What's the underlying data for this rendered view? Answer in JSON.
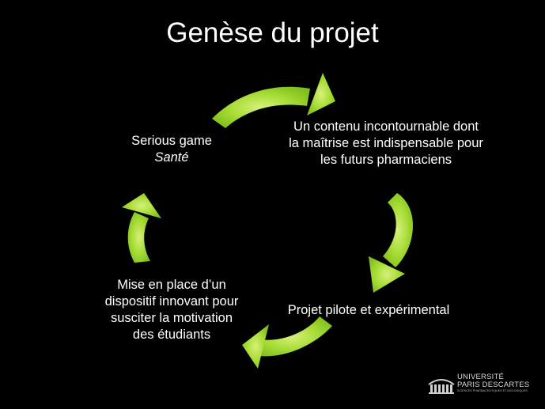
{
  "slide": {
    "title": "Genèse du projet",
    "background": "#000000",
    "arrow_color": "#92d050"
  },
  "cycle": {
    "nodes": [
      {
        "id": "serious-game",
        "lines": [
          "Serious game"
        ],
        "italic_line": "Santé"
      },
      {
        "id": "contenu",
        "lines": [
          "Un contenu incontournable dont",
          "la maîtrise est indispensable pour",
          "les futurs pharmaciens"
        ]
      },
      {
        "id": "pilote",
        "lines": [
          "Projet pilote et expérimental"
        ]
      },
      {
        "id": "mise-en-place",
        "lines": [
          "Mise en place d’un",
          "dispositif innovant pour",
          "susciter la motivation",
          "des étudiants"
        ]
      }
    ]
  },
  "logo": {
    "line1": "UNIVERSITÉ",
    "line2": "PARIS DESCARTES",
    "line3": "SCIENCES PHARMACEUTIQUES ET BIOLOGIQUES"
  }
}
